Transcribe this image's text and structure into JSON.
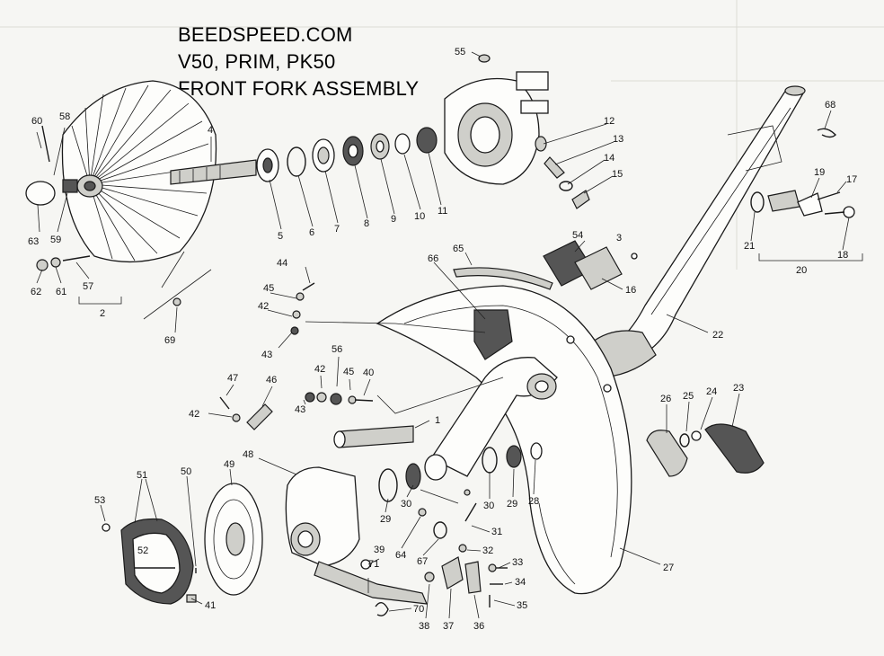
{
  "title": {
    "line1": "BEEDSPEED.COM",
    "line2": "V50, PRIM, PK50",
    "line3": "FRONT FORK ASSEMBLY"
  },
  "parts": [
    {
      "id": "p60",
      "label": "60"
    },
    {
      "id": "p58",
      "label": "58"
    },
    {
      "id": "p4",
      "label": "4"
    },
    {
      "id": "p63",
      "label": "63"
    },
    {
      "id": "p59",
      "label": "59"
    },
    {
      "id": "p62",
      "label": "62"
    },
    {
      "id": "p61",
      "label": "61"
    },
    {
      "id": "p57",
      "label": "57"
    },
    {
      "id": "p2",
      "label": "2"
    },
    {
      "id": "p5",
      "label": "5"
    },
    {
      "id": "p6",
      "label": "6"
    },
    {
      "id": "p7",
      "label": "7"
    },
    {
      "id": "p8",
      "label": "8"
    },
    {
      "id": "p9",
      "label": "9"
    },
    {
      "id": "p10",
      "label": "10"
    },
    {
      "id": "p11",
      "label": "11"
    },
    {
      "id": "p55",
      "label": "55"
    },
    {
      "id": "p12",
      "label": "12"
    },
    {
      "id": "p13",
      "label": "13"
    },
    {
      "id": "p14",
      "label": "14"
    },
    {
      "id": "p15",
      "label": "15"
    },
    {
      "id": "p68",
      "label": "68"
    },
    {
      "id": "p19",
      "label": "19"
    },
    {
      "id": "p17",
      "label": "17"
    },
    {
      "id": "p21",
      "label": "21"
    },
    {
      "id": "p18",
      "label": "18"
    },
    {
      "id": "p20",
      "label": "20"
    },
    {
      "id": "p54",
      "label": "54"
    },
    {
      "id": "p3",
      "label": "3"
    },
    {
      "id": "p16",
      "label": "16"
    },
    {
      "id": "p65",
      "label": "65"
    },
    {
      "id": "p66",
      "label": "66"
    },
    {
      "id": "p22",
      "label": "22"
    },
    {
      "id": "p44",
      "label": "44"
    },
    {
      "id": "p45a",
      "label": "45"
    },
    {
      "id": "p42a",
      "label": "42"
    },
    {
      "id": "p43a",
      "label": "43"
    },
    {
      "id": "p69",
      "label": "69"
    },
    {
      "id": "p56",
      "label": "56"
    },
    {
      "id": "p42b",
      "label": "42"
    },
    {
      "id": "p45b",
      "label": "45"
    },
    {
      "id": "p40",
      "label": "40"
    },
    {
      "id": "p43b",
      "label": "43"
    },
    {
      "id": "p47",
      "label": "47"
    },
    {
      "id": "p46",
      "label": "46"
    },
    {
      "id": "p42c",
      "label": "42"
    },
    {
      "id": "p1",
      "label": "1"
    },
    {
      "id": "p26",
      "label": "26"
    },
    {
      "id": "p25",
      "label": "25"
    },
    {
      "id": "p24",
      "label": "24"
    },
    {
      "id": "p23",
      "label": "23"
    },
    {
      "id": "p48",
      "label": "48"
    },
    {
      "id": "p49",
      "label": "49"
    },
    {
      "id": "p51",
      "label": "51"
    },
    {
      "id": "p50",
      "label": "50"
    },
    {
      "id": "p53",
      "label": "53"
    },
    {
      "id": "p52",
      "label": "52"
    },
    {
      "id": "p30a",
      "label": "30"
    },
    {
      "id": "p29a",
      "label": "29"
    },
    {
      "id": "p30b",
      "label": "30"
    },
    {
      "id": "p29b",
      "label": "29"
    },
    {
      "id": "p28",
      "label": "28"
    },
    {
      "id": "p31",
      "label": "31"
    },
    {
      "id": "p32",
      "label": "32"
    },
    {
      "id": "p33",
      "label": "33"
    },
    {
      "id": "p34",
      "label": "34"
    },
    {
      "id": "p35",
      "label": "35"
    },
    {
      "id": "p27",
      "label": "27"
    },
    {
      "id": "p64",
      "label": "64"
    },
    {
      "id": "p67",
      "label": "67"
    },
    {
      "id": "p39",
      "label": "39"
    },
    {
      "id": "p71",
      "label": "71"
    },
    {
      "id": "p41",
      "label": "41"
    },
    {
      "id": "p70",
      "label": "70"
    },
    {
      "id": "p38",
      "label": "38"
    },
    {
      "id": "p37",
      "label": "37"
    },
    {
      "id": "p36",
      "label": "36"
    }
  ]
}
